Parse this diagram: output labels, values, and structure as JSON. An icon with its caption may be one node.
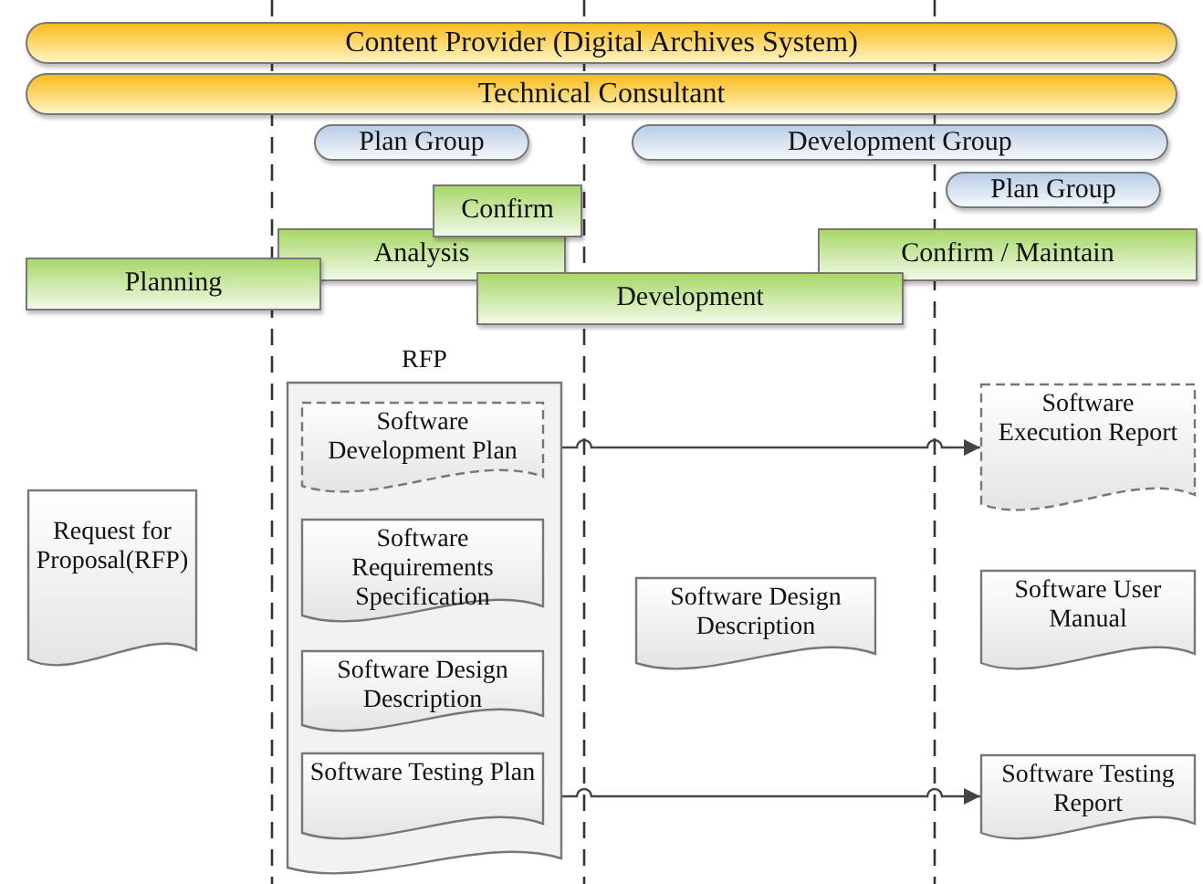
{
  "diagram": {
    "nodes": [
      {
        "text": [
          "Content Provider (Digital Archives System)"
        ]
      },
      {
        "text": [
          "Technical Consultant"
        ]
      },
      {
        "text": [
          "Plan Group"
        ]
      },
      {
        "text": [
          "Development Group"
        ]
      },
      {
        "text": [
          "Plan Group"
        ]
      },
      {
        "text": [
          "Confirm"
        ]
      },
      {
        "text": [
          "Analysis"
        ]
      },
      {
        "text": [
          "Planning"
        ]
      },
      {
        "text": [
          "Confirm / Maintain"
        ]
      },
      {
        "text": [
          "Development"
        ]
      },
      {
        "text": [
          "Request for Proposal(RFP)"
        ]
      },
      {
        "text": [
          "RFP"
        ]
      },
      {
        "text": [
          "Software Development Plan"
        ],
        "in": 11
      },
      {
        "text": [
          "Software Requirements Specification"
        ],
        "in": 11
      },
      {
        "text": [
          "Software Design Description"
        ],
        "in": 11
      },
      {
        "text": [
          "Software Testing Plan"
        ],
        "in": 11
      },
      {
        "text": [
          "Software Design Description"
        ]
      },
      {
        "text": [
          "Software Execution Report"
        ]
      },
      {
        "text": [
          "Software User Manual"
        ]
      },
      {
        "text": [
          "Software Testing Report"
        ]
      }
    ],
    "edges": [
      {
        "from": 12,
        "to": 17,
        "arrow": "to"
      },
      {
        "from": 15,
        "to": 19,
        "arrow": "to"
      }
    ]
  }
}
